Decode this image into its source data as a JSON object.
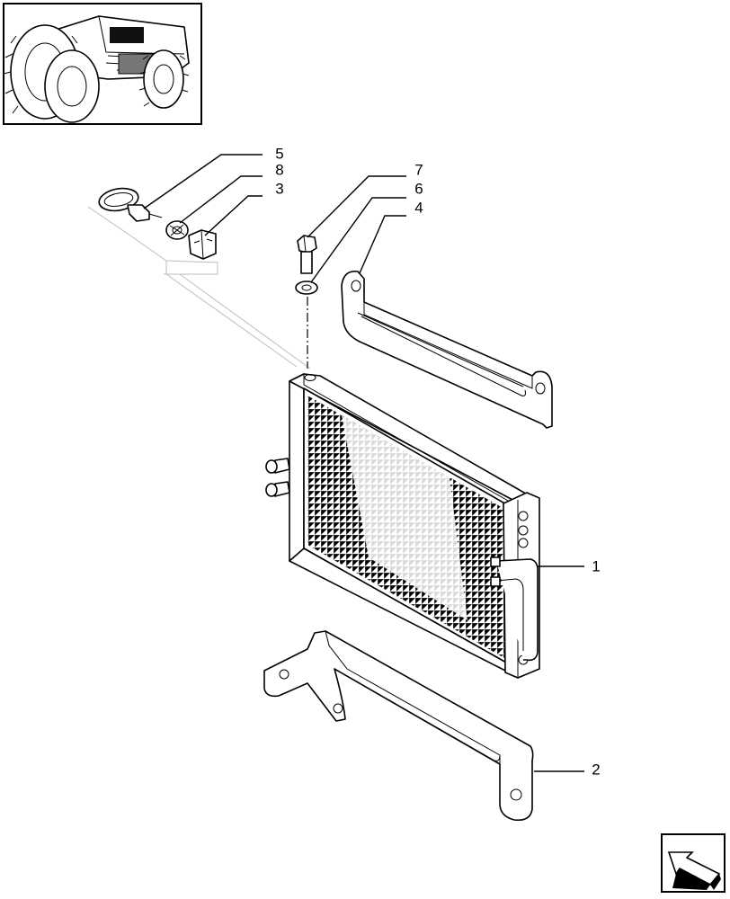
{
  "diagram": {
    "callouts": [
      {
        "id": "5",
        "label": "5"
      },
      {
        "id": "8",
        "label": "8"
      },
      {
        "id": "3",
        "label": "3"
      },
      {
        "id": "7",
        "label": "7"
      },
      {
        "id": "6",
        "label": "6"
      },
      {
        "id": "4",
        "label": "4"
      },
      {
        "id": "1",
        "label": "1"
      },
      {
        "id": "2",
        "label": "2"
      }
    ],
    "icons": {
      "thumbnail": "tractor-thumbnail-icon",
      "navigation": "next-page-arrow-icon"
    }
  }
}
